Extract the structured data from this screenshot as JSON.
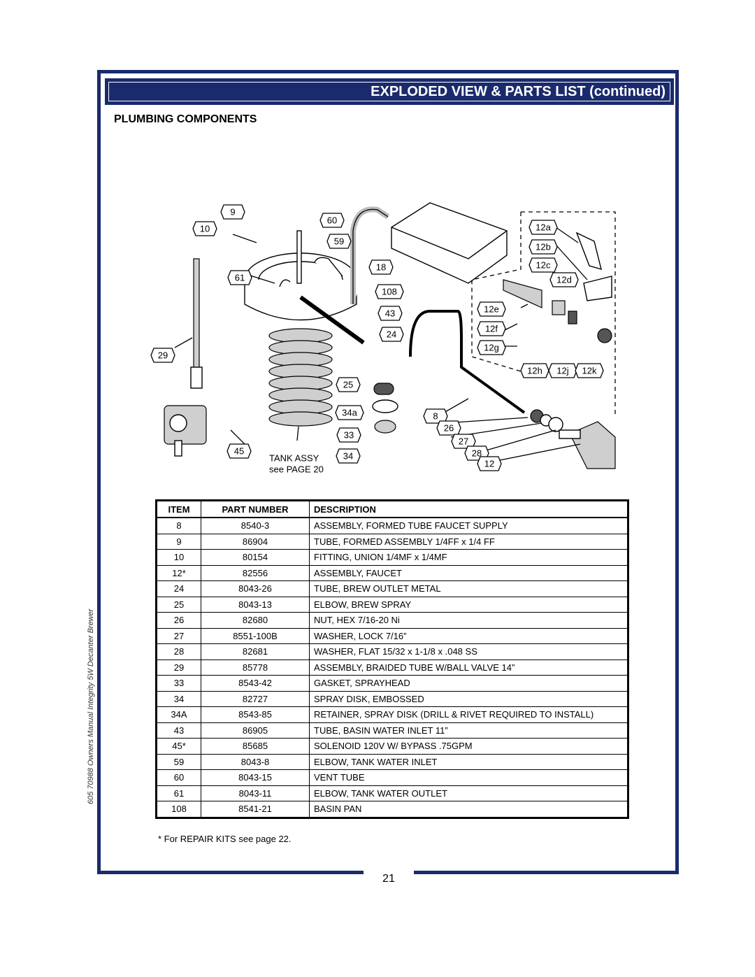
{
  "header": {
    "title": "EXPLODED VIEW & PARTS LIST (continued)"
  },
  "section": {
    "title": "PLUMBING COMPONENTS"
  },
  "side_text": "605 70988 Owners Manual  Integrity 5W Decanter Brewer",
  "diagram": {
    "callouts": [
      "9",
      "10",
      "60",
      "59",
      "61",
      "18",
      "108",
      "43",
      "24",
      "29",
      "25",
      "34a",
      "33",
      "34",
      "45",
      "8",
      "26",
      "27",
      "28",
      "12",
      "12a",
      "12b",
      "12c",
      "12d",
      "12e",
      "12f",
      "12g",
      "12h",
      "12j",
      "12k"
    ],
    "tank_label_line1": "TANK ASSY",
    "tank_label_line2": "see PAGE 20"
  },
  "table": {
    "headers": {
      "item": "ITEM",
      "part_number": "PART NUMBER",
      "description": "DESCRIPTION"
    },
    "rows": [
      {
        "item": "8",
        "part": "8540-3",
        "desc": "ASSEMBLY, FORMED TUBE FAUCET SUPPLY"
      },
      {
        "item": "9",
        "part": "86904",
        "desc": "TUBE, FORMED ASSEMBLY 1/4FF x 1/4 FF"
      },
      {
        "item": "10",
        "part": "80154",
        "desc": "FITTING, UNION 1/4MF x 1/4MF"
      },
      {
        "item": "12*",
        "part": "82556",
        "desc": "ASSEMBLY, FAUCET"
      },
      {
        "item": "24",
        "part": "8043-26",
        "desc": "TUBE, BREW OUTLET METAL"
      },
      {
        "item": "25",
        "part": "8043-13",
        "desc": "ELBOW, BREW SPRAY"
      },
      {
        "item": "26",
        "part": "82680",
        "desc": "NUT, HEX 7/16-20 Ni"
      },
      {
        "item": "27",
        "part": "8551-100B",
        "desc": "WASHER, LOCK 7/16”"
      },
      {
        "item": "28",
        "part": "82681",
        "desc": "WASHER, FLAT 15/32 x 1-1/8 x .048 SS"
      },
      {
        "item": "29",
        "part": "85778",
        "desc": "ASSEMBLY, BRAIDED TUBE W/BALL VALVE 14”"
      },
      {
        "item": "33",
        "part": "8543-42",
        "desc": "GASKET, SPRAYHEAD"
      },
      {
        "item": "34",
        "part": "82727",
        "desc": "SPRAY DISK, EMBOSSED"
      },
      {
        "item": "34A",
        "part": "8543-85",
        "desc": "RETAINER, SPRAY DISK (DRILL & RIVET REQUIRED TO INSTALL)"
      },
      {
        "item": "43",
        "part": "86905",
        "desc": "TUBE, BASIN WATER INLET 11”"
      },
      {
        "item": "45*",
        "part": "85685",
        "desc": "SOLENOID 120V W/ BYPASS .75GPM"
      },
      {
        "item": "59",
        "part": "8043-8",
        "desc": "ELBOW, TANK WATER INLET"
      },
      {
        "item": "60",
        "part": "8043-15",
        "desc": "VENT TUBE"
      },
      {
        "item": "61",
        "part": "8043-11",
        "desc": "ELBOW, TANK WATER OUTLET"
      },
      {
        "item": "108",
        "part": "8541-21",
        "desc": "BASIN PAN"
      }
    ]
  },
  "footnote": "*  For REPAIR KITS see page 22.",
  "page_number": "21",
  "colors": {
    "frame": "#1a2a6c",
    "header_bg": "#1a2a6c",
    "header_text": "#ffffff"
  }
}
